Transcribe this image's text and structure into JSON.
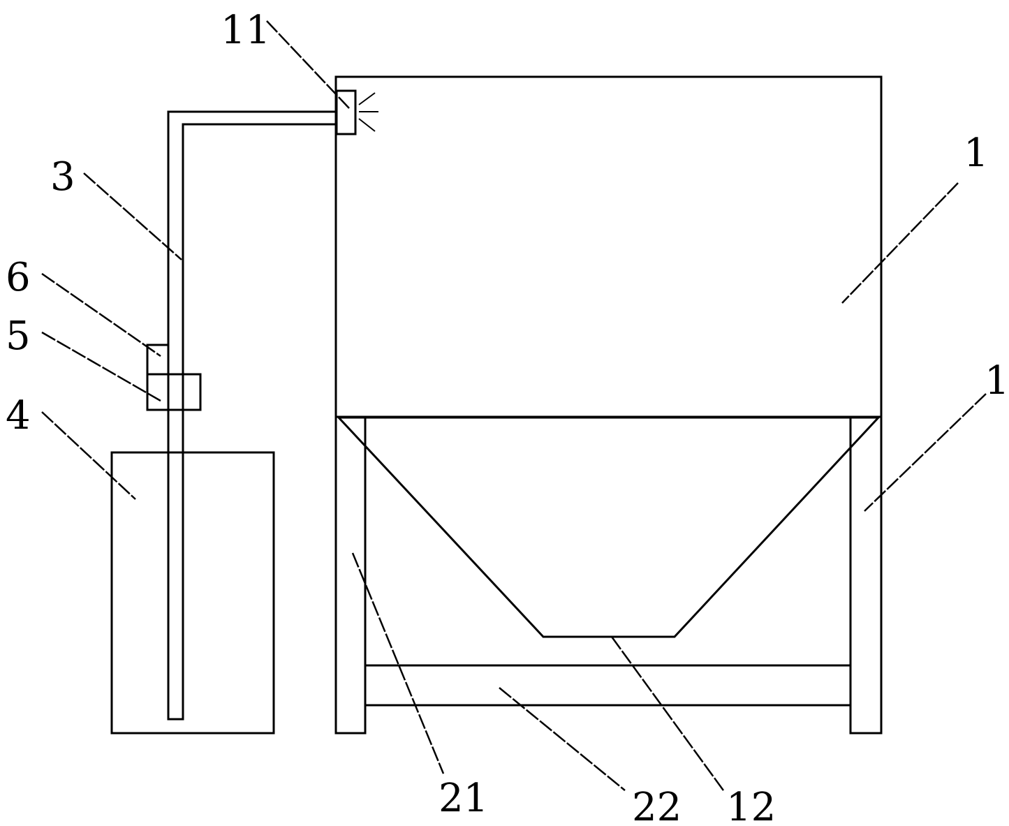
{
  "colors": {
    "line": "#000000",
    "background": "#ffffff"
  },
  "labels": {
    "spray_nozzle": "11",
    "pipe": "3",
    "part_6": "6",
    "part_5": "5",
    "tank": "4",
    "upper_box": "1",
    "frame": "1",
    "frame_leg": "21",
    "crossbar": "22",
    "hopper": "12"
  }
}
